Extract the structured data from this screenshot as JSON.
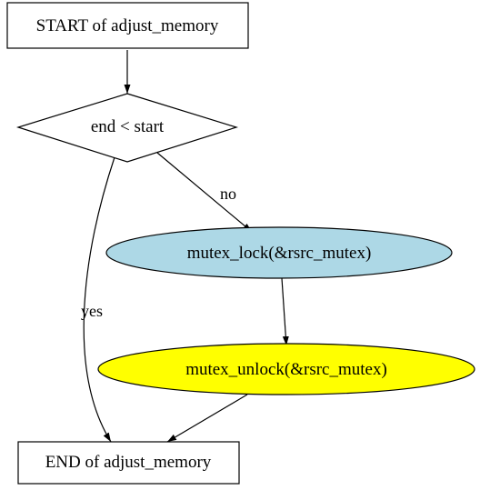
{
  "diagram": {
    "nodes": {
      "start": {
        "label": "START of adjust_memory",
        "shape": "box",
        "fill": "#ffffff"
      },
      "decision": {
        "label": "end < start",
        "shape": "diamond",
        "fill": "#ffffff"
      },
      "lock": {
        "label": "mutex_lock(&rsrc_mutex)",
        "shape": "ellipse",
        "fill": "#add8e6"
      },
      "unlock": {
        "label": "mutex_unlock(&rsrc_mutex)",
        "shape": "ellipse",
        "fill": "#ffff00"
      },
      "end": {
        "label": "END of adjust_memory",
        "shape": "box",
        "fill": "#ffffff"
      }
    },
    "edges": [
      {
        "from": "start",
        "to": "decision",
        "label": ""
      },
      {
        "from": "decision",
        "to": "lock",
        "label": "no"
      },
      {
        "from": "decision",
        "to": "end",
        "label": "yes"
      },
      {
        "from": "lock",
        "to": "unlock",
        "label": ""
      },
      {
        "from": "unlock",
        "to": "end",
        "label": ""
      }
    ]
  }
}
